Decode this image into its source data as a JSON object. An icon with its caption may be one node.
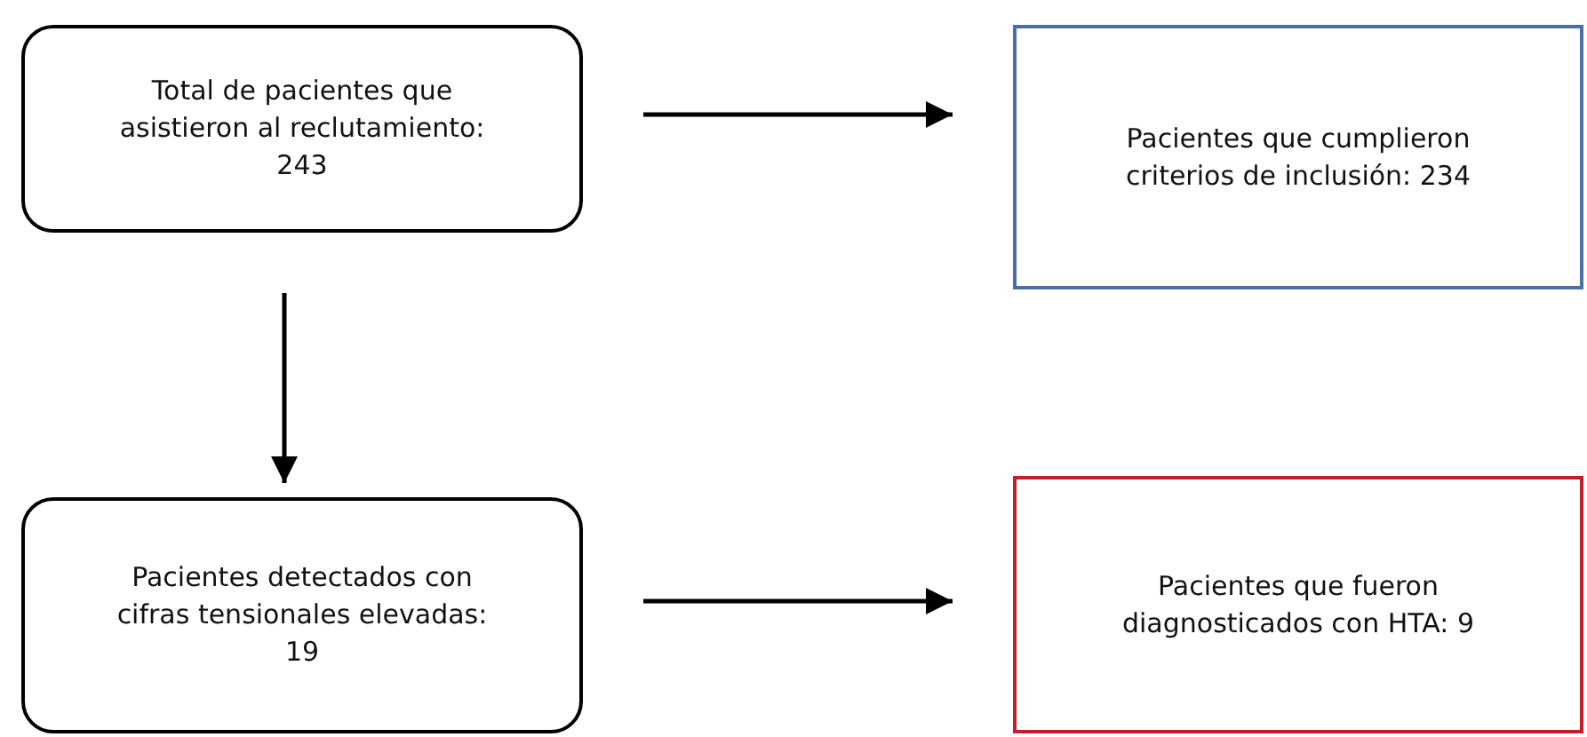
{
  "diagram": {
    "nodes": [
      {
        "text": [
          "Total de pacientes que asistieron al reclutamiento: 243"
        ]
      },
      {
        "text": [
          "Pacientes que cumplieron criterios de inclusión: 234"
        ]
      },
      {
        "text": [
          "Pacientes detectados con cifras tensionales elevadas: 19"
        ]
      },
      {
        "text": [
          "Pacientes que fueron diagnosticados con HTA: 9"
        ]
      }
    ],
    "edges": [
      {
        "from": 0,
        "to": 1,
        "arrow": "to"
      },
      {
        "from": 0,
        "to": 2,
        "arrow": "to"
      },
      {
        "from": 2,
        "to": 3,
        "arrow": "to"
      }
    ]
  }
}
